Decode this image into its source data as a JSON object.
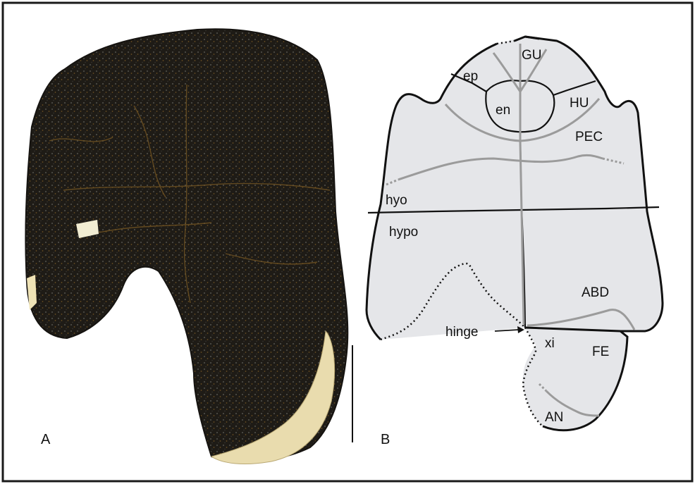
{
  "panels": [
    {
      "id": "A",
      "label": "A"
    },
    {
      "id": "B",
      "label": "B"
    }
  ],
  "diagram_labels": {
    "gu": "GU",
    "ep": "ep",
    "en": "en",
    "hu": "HU",
    "pec": "PEC",
    "hyo": "hyo",
    "hypo": "hypo",
    "abd": "ABD",
    "hinge": "hinge",
    "xi": "xi",
    "fe": "FE",
    "an": "AN"
  },
  "colors": {
    "frame": "#1a1a1a",
    "plastron_fill": "#e5e6e9",
    "bone_outline": "#111111",
    "scute_sulcus": "#9b9b9b",
    "fossil_dark": "#1f1c17",
    "matrix_tan": "#e9dcae"
  }
}
